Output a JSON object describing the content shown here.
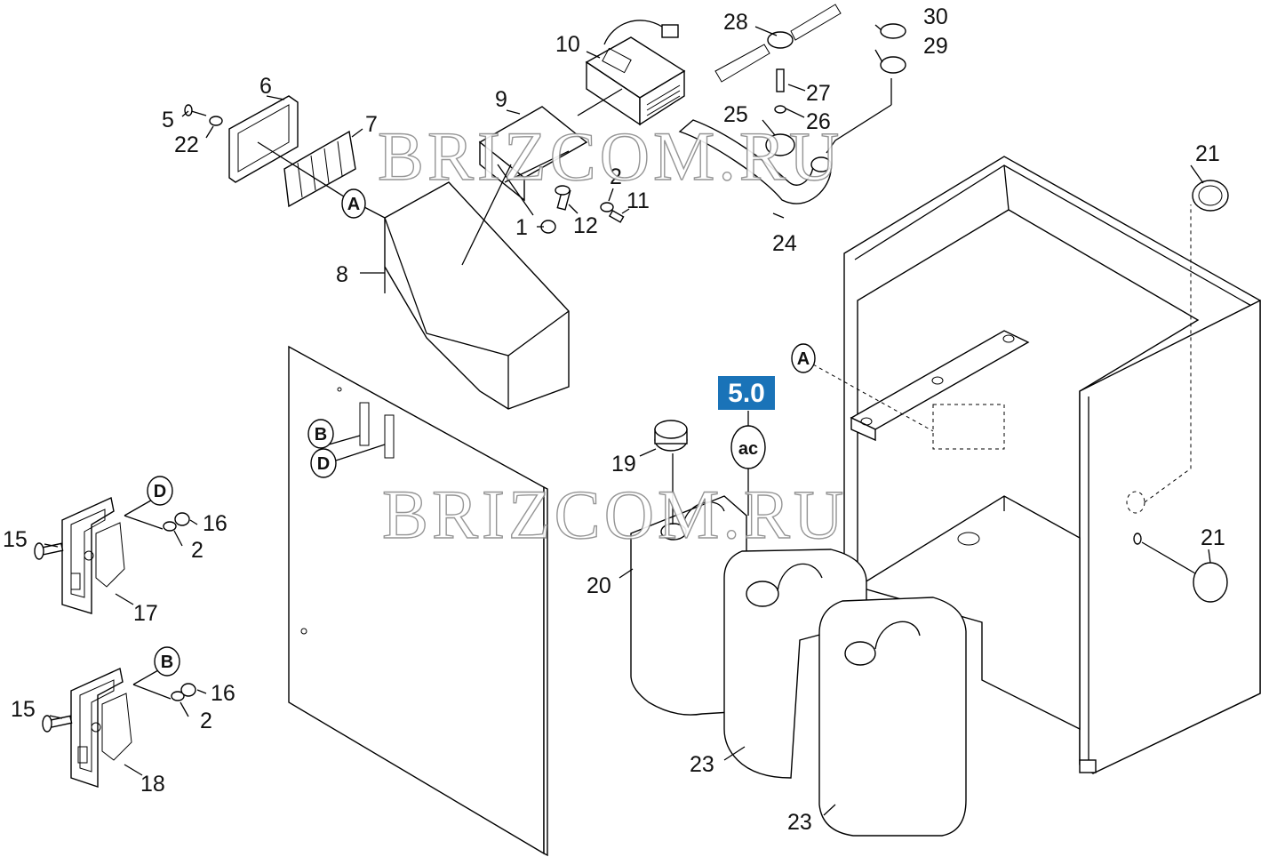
{
  "diagram": {
    "part_labels": {
      "p1": "1",
      "p2a": "2",
      "p2b": "2",
      "p2c": "2",
      "p5": "5",
      "p6": "6",
      "p7": "7",
      "p8": "8",
      "p9": "9",
      "p10": "10",
      "p11": "11",
      "p12": "12",
      "p15a": "15",
      "p15b": "15",
      "p16a": "16",
      "p16b": "16",
      "p17": "17",
      "p18": "18",
      "p19": "19",
      "p20": "20",
      "p21a": "21",
      "p21b": "21",
      "p22": "22",
      "p23a": "23",
      "p23b": "23",
      "p24": "24",
      "p25": "25",
      "p26": "26",
      "p27": "27",
      "p28": "28",
      "p29": "29",
      "p30": "30"
    },
    "reference_markers": {
      "a1": "A",
      "a2": "A",
      "b1": "B",
      "b2": "B",
      "d1": "D",
      "d2": "D",
      "ac": "ac"
    },
    "section_badge": "5.0",
    "badge_color": "#1a73b8",
    "watermarks": [
      "BRIZCOM.RU",
      "BRIZCOM.RU"
    ]
  }
}
